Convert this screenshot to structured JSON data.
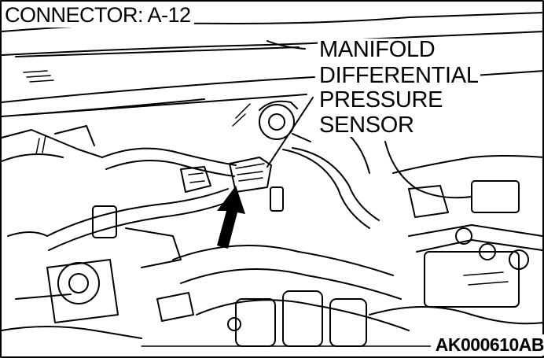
{
  "connector": {
    "label": "CONNECTOR: A-12"
  },
  "component": {
    "lines": [
      "MANIFOLD",
      "DIFFERENTIAL",
      "PRESSURE",
      "SENSOR"
    ]
  },
  "figure_code": "AK000610AB",
  "colors": {
    "ink": "#000000",
    "paper": "#ffffff"
  }
}
